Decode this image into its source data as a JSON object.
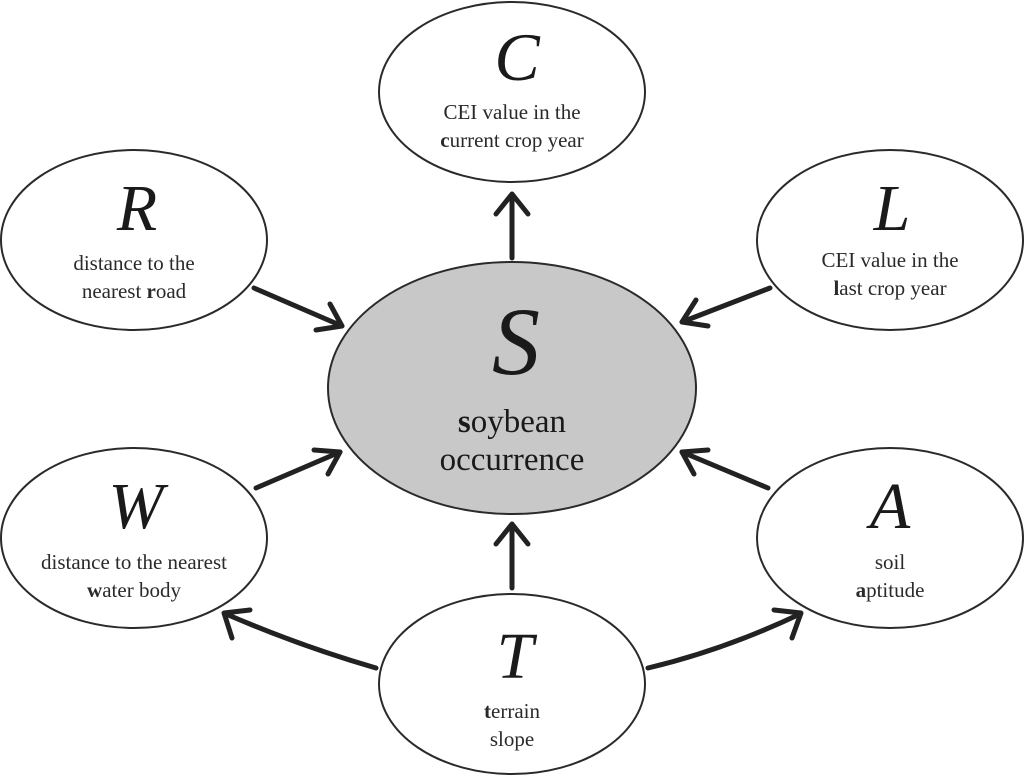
{
  "nodes": {
    "C": {
      "letter": "C",
      "line1_pre": "",
      "line1_bold": "",
      "line1_post": "CEI value in the",
      "line2_pre": "",
      "line2_bold": "c",
      "line2_post": "urrent crop year"
    },
    "R": {
      "letter": "R",
      "line1_pre": "",
      "line1_bold": "",
      "line1_post": "distance to the",
      "line2_pre": "nearest ",
      "line2_bold": "r",
      "line2_post": "oad"
    },
    "L": {
      "letter": "L",
      "line1_pre": "",
      "line1_bold": "",
      "line1_post": "CEI value in the",
      "line2_pre": "",
      "line2_bold": "l",
      "line2_post": "ast crop year"
    },
    "S": {
      "letter": "S",
      "line1_pre": "",
      "line1_bold": "s",
      "line1_post": "oybean",
      "line2_pre": "",
      "line2_bold": "",
      "line2_post": "occurrence"
    },
    "W": {
      "letter": "W",
      "line1_pre": "",
      "line1_bold": "",
      "line1_post": "distance to the nearest",
      "line2_pre": "",
      "line2_bold": "w",
      "line2_post": "ater body"
    },
    "A": {
      "letter": "A",
      "line1_pre": "",
      "line1_bold": "",
      "line1_post": "soil",
      "line2_pre": "",
      "line2_bold": "a",
      "line2_post": "ptitude"
    },
    "T": {
      "letter": "T",
      "line1_pre": "",
      "line1_bold": "t",
      "line1_post": "errain",
      "line2_pre": "",
      "line2_bold": "",
      "line2_post": "slope"
    }
  },
  "edges": [
    {
      "from": "S",
      "to": "C"
    },
    {
      "from": "R",
      "to": "S"
    },
    {
      "from": "L",
      "to": "S"
    },
    {
      "from": "W",
      "to": "S"
    },
    {
      "from": "A",
      "to": "S"
    },
    {
      "from": "T",
      "to": "S"
    },
    {
      "from": "T",
      "to": "W"
    },
    {
      "from": "T",
      "to": "A"
    }
  ],
  "colors": {
    "center_fill": "#c8c8c8",
    "node_fill": "#ffffff",
    "stroke": "#2a2a2a"
  }
}
